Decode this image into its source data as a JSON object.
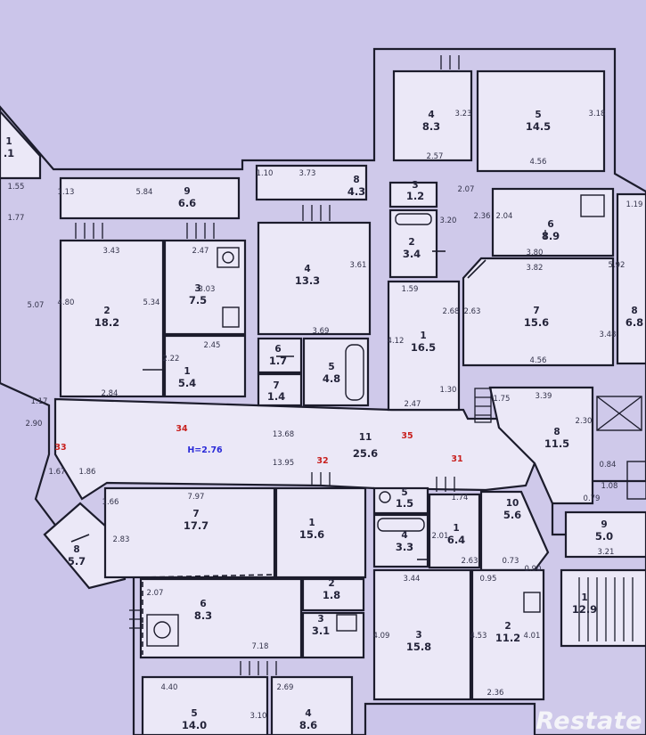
{
  "corridor": {
    "number": "11",
    "area": "25.6",
    "height_label": "H=2.76"
  },
  "rooms_top": [
    {
      "id": "r-t-1",
      "number": "1",
      "area": ".1"
    },
    {
      "id": "r-t-9",
      "number": "9",
      "area": "6.6"
    },
    {
      "id": "r-t-2",
      "number": "2",
      "area": "18.2"
    },
    {
      "id": "r-t-3",
      "number": "3",
      "area": "7.5"
    },
    {
      "id": "r-t-1b",
      "number": "1",
      "area": "5.4"
    },
    {
      "id": "r-t-8",
      "number": "8",
      "area": "4.3"
    },
    {
      "id": "r-t-4",
      "number": "4",
      "area": "13.3"
    },
    {
      "id": "r-t-6",
      "number": "6",
      "area": "1.7"
    },
    {
      "id": "r-t-7",
      "number": "7",
      "area": "1.4"
    },
    {
      "id": "r-t-5",
      "number": "5",
      "area": "4.8"
    },
    {
      "id": "r-t-4b",
      "number": "4",
      "area": "8.3"
    },
    {
      "id": "r-t-5b",
      "number": "5",
      "area": "14.5"
    },
    {
      "id": "r-t-3b",
      "number": "3",
      "area": "1.2"
    },
    {
      "id": "r-t-2b",
      "number": "2",
      "area": "3.4"
    },
    {
      "id": "r-t-6b",
      "number": "6",
      "area": "8.9"
    },
    {
      "id": "r-t-1c",
      "number": "1",
      "area": "16.5"
    },
    {
      "id": "r-t-7b",
      "number": "7",
      "area": "15.6"
    },
    {
      "id": "r-t-8b",
      "number": "8",
      "area": "6.8"
    },
    {
      "id": "r-t-8c",
      "number": "8",
      "area": "11.5"
    }
  ],
  "rooms_bottom": [
    {
      "id": "r-b-8",
      "number": "8",
      "area": "5.7"
    },
    {
      "id": "r-b-7",
      "number": "7",
      "area": "17.7"
    },
    {
      "id": "r-b-1",
      "number": "1",
      "area": "15.6"
    },
    {
      "id": "r-b-2",
      "number": "2",
      "area": "1.8"
    },
    {
      "id": "r-b-6",
      "number": "6",
      "area": "8.3"
    },
    {
      "id": "r-b-3",
      "number": "3",
      "area": "3.1"
    },
    {
      "id": "r-b-5",
      "number": "5",
      "area": "1.5"
    },
    {
      "id": "r-b-10",
      "number": "10",
      "area": "5.6"
    },
    {
      "id": "r-b-4",
      "number": "4",
      "area": "3.3"
    },
    {
      "id": "r-b-1b",
      "number": "1",
      "area": "6.4"
    },
    {
      "id": "r-b-9",
      "number": "9",
      "area": "5.0"
    },
    {
      "id": "r-b-3b",
      "number": "3",
      "area": "15.8"
    },
    {
      "id": "r-b-2b",
      "number": "2",
      "area": "11.2"
    },
    {
      "id": "r-b-1c",
      "number": "1",
      "area": "12.9"
    },
    {
      "id": "r-b-5b",
      "number": "5",
      "area": "14.0"
    },
    {
      "id": "r-b-4b",
      "number": "4",
      "area": "8.6"
    }
  ],
  "markers": [
    "34",
    "35",
    "32",
    "31",
    "33"
  ],
  "dimensions": [
    "1.55",
    "1.77",
    "1.13",
    "5.84",
    "3.43",
    "2.47",
    "3.03",
    "4.80",
    "5.34",
    "2.45",
    "2.22",
    "2.84",
    "1.10",
    "3.73",
    "3.61",
    "3.69",
    "2.57",
    "3.23",
    "3.18",
    "4.56",
    "2.07",
    "3.20",
    "2.36",
    "2.04",
    "3.80",
    "3.82",
    "5.92",
    "1.19",
    "1.59",
    "4.12",
    "2.68",
    "2.63",
    "3.48",
    "4.56",
    "1.30",
    "2.47",
    "1.75",
    "3.39",
    "2.30",
    "5.07",
    "1.17",
    "2.90",
    "13.68",
    "13.95",
    "1.67",
    "1.86",
    "7.97",
    "1.66",
    "2.83",
    "2.07",
    "7.18",
    "4.40",
    "2.69",
    "3.10",
    "1.74",
    "2.01",
    "2.63",
    "0.73",
    "0.90",
    "3.44",
    "0.95",
    "4.09",
    "4.53",
    "4.01",
    "2.36",
    "3.21",
    "0.84",
    "0.79",
    "1.08"
  ],
  "watermark": "Restate"
}
